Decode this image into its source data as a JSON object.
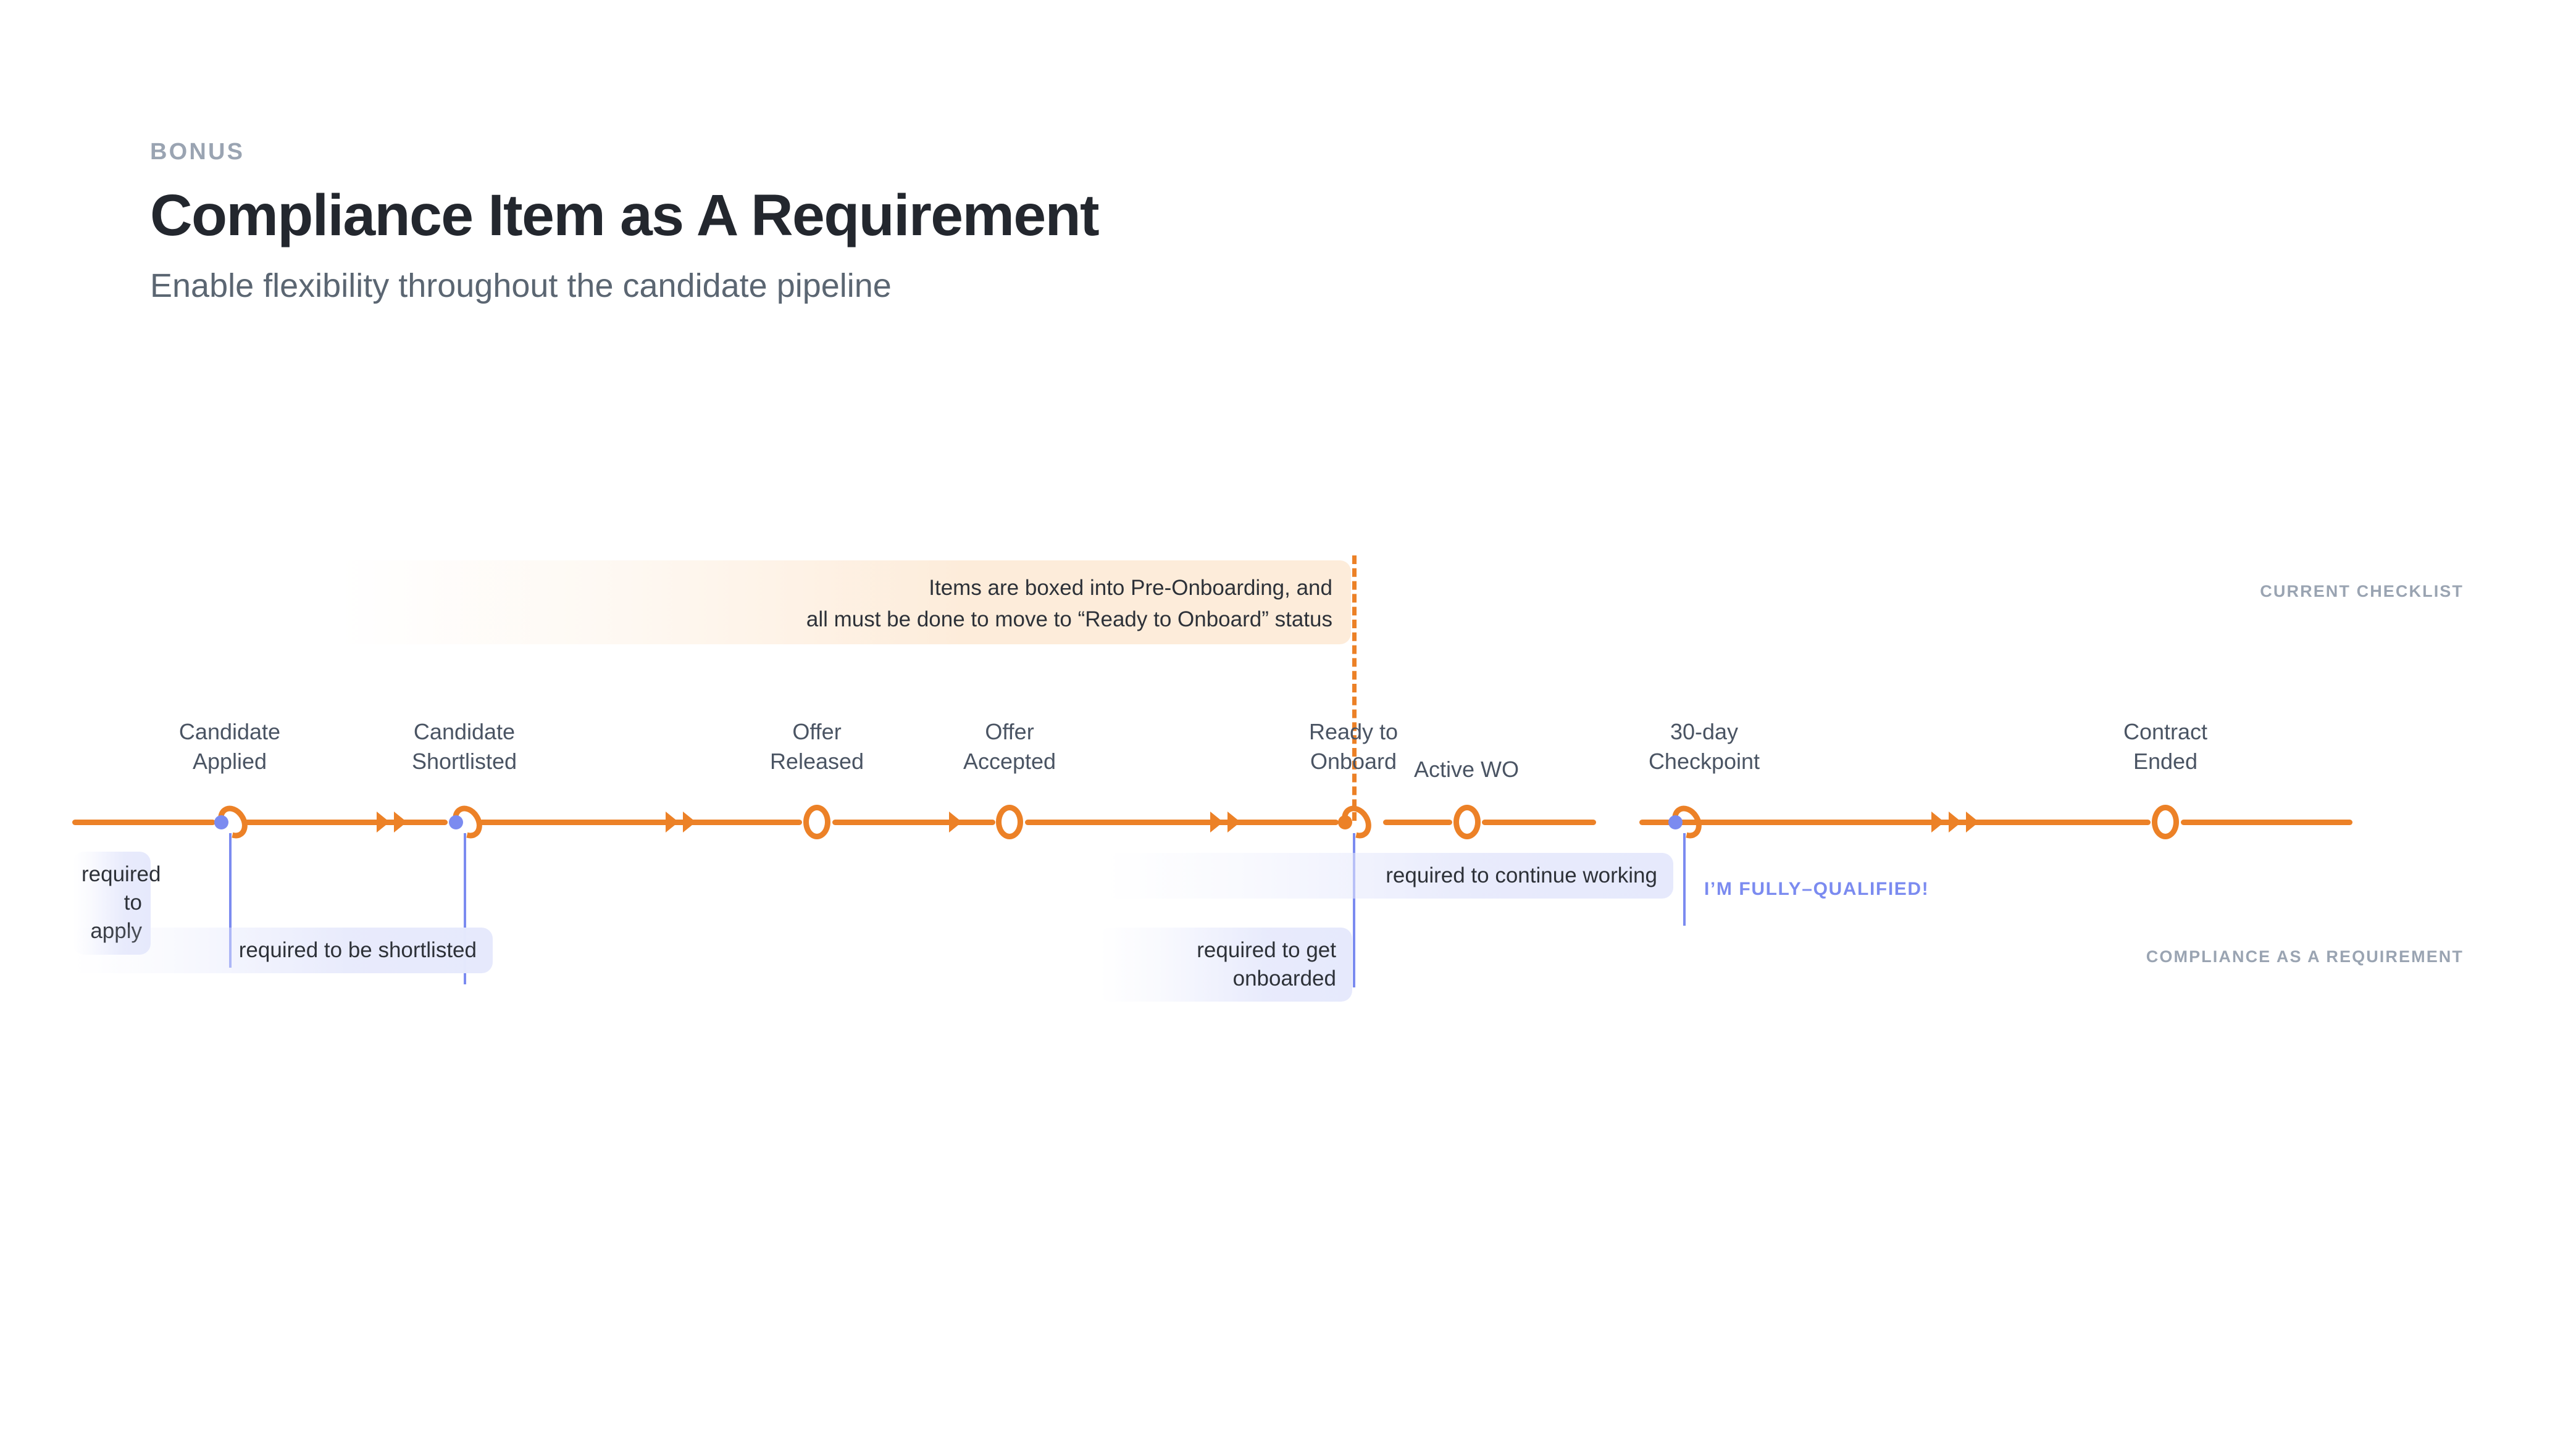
{
  "header": {
    "eyebrow": "BONUS",
    "title": "Compliance Item as A Requirement",
    "subtitle": "Enable flexibility throughout the candidate pipeline"
  },
  "captions": {
    "current_checklist": "CURRENT CHECKLIST",
    "compliance_as_requirement": "COMPLIANCE AS A REQUIREMENT"
  },
  "callout": {
    "line1": "Items are boxed into Pre-Onboarding, and",
    "line2": "all must be done to move to “Ready to Onboard” status"
  },
  "timeline": {
    "stages": [
      {
        "line1": "Candidate",
        "line2": "Applied",
        "marker": "blue-dot-ring"
      },
      {
        "line1": "Candidate",
        "line2": "Shortlisted",
        "marker": "blue-dot-ring"
      },
      {
        "line1": "Offer",
        "line2": "Released",
        "marker": "plain-ring"
      },
      {
        "line1": "Offer",
        "line2": "Accepted",
        "marker": "plain-ring"
      },
      {
        "line1": "Ready to",
        "line2": "Onboard",
        "marker": "orange-dot-ring"
      },
      {
        "line1": "",
        "line2": "Active WO",
        "marker": "plain-ring"
      },
      {
        "line1": "30-day",
        "line2": "Checkpoint",
        "marker": "blue-dot-ring"
      },
      {
        "line1": "Contract",
        "line2": "Ended",
        "marker": "plain-ring"
      }
    ]
  },
  "requirements": [
    {
      "id": "apply",
      "line1": "required",
      "line2": "to apply"
    },
    {
      "id": "shortlisted",
      "line1": "required to be shortlisted",
      "line2": ""
    },
    {
      "id": "onboarded",
      "line1": "required to get onboarded",
      "line2": ""
    },
    {
      "id": "continue",
      "line1": "required to continue working",
      "line2": ""
    }
  ],
  "fully_qualified_label": "I’M FULLY–QUALIFIED!",
  "colors": {
    "orange": "#ec8127",
    "orange_tint": "#fdecda",
    "blue": "#7b8bf0",
    "blue_tint": "#e6e9fc",
    "text_dark": "#23272e",
    "text_muted": "#5b6672",
    "text_grey": "#9aa4b2"
  }
}
